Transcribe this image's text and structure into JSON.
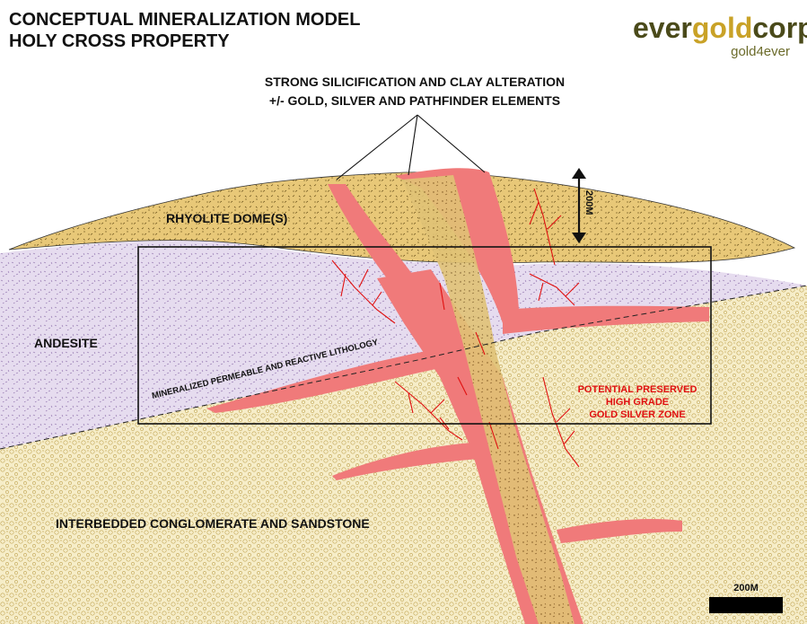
{
  "title": {
    "line1": "CONCEPTUAL MINERALIZATION MODEL",
    "line2": "HOLY CROSS PROPERTY"
  },
  "logo": {
    "part1": "ever",
    "part2": "gold",
    "part3": "corp.",
    "tagline": "gold4ever",
    "colors": {
      "ever": "#4a4a1a",
      "gold": "#c9a227",
      "corp": "#4a4a1a",
      "tagline": "#6b6b2a"
    }
  },
  "annotations": {
    "alteration_line1": "STRONG SILICIFICATION AND CLAY ALTERATION",
    "alteration_line2": "+/- GOLD, SILVER AND PATHFINDER ELEMENTS",
    "vertical_scale": "200M",
    "permeable_lithology": "MINERALIZED PERMEABLE AND REACTIVE LITHOLOGY",
    "potential_zone_line1": "POTENTIAL PRESERVED",
    "potential_zone_line2": "HIGH GRADE",
    "potential_zone_line3": "GOLD SILVER ZONE"
  },
  "units": {
    "rhyolite": "RHYOLITE DOME(S)",
    "andesite": "ANDESITE",
    "conglomerate": "INTERBEDDED CONGLOMERATE AND SANDSTONE"
  },
  "scale_bar": {
    "label": "200M"
  },
  "colors": {
    "rhyolite": "#e8c878",
    "andesite": "#e6dcef",
    "conglomerate": "#f6edc8",
    "alteration": "#f07a7a",
    "veins": "#e01010",
    "red_text": "#e01010"
  }
}
